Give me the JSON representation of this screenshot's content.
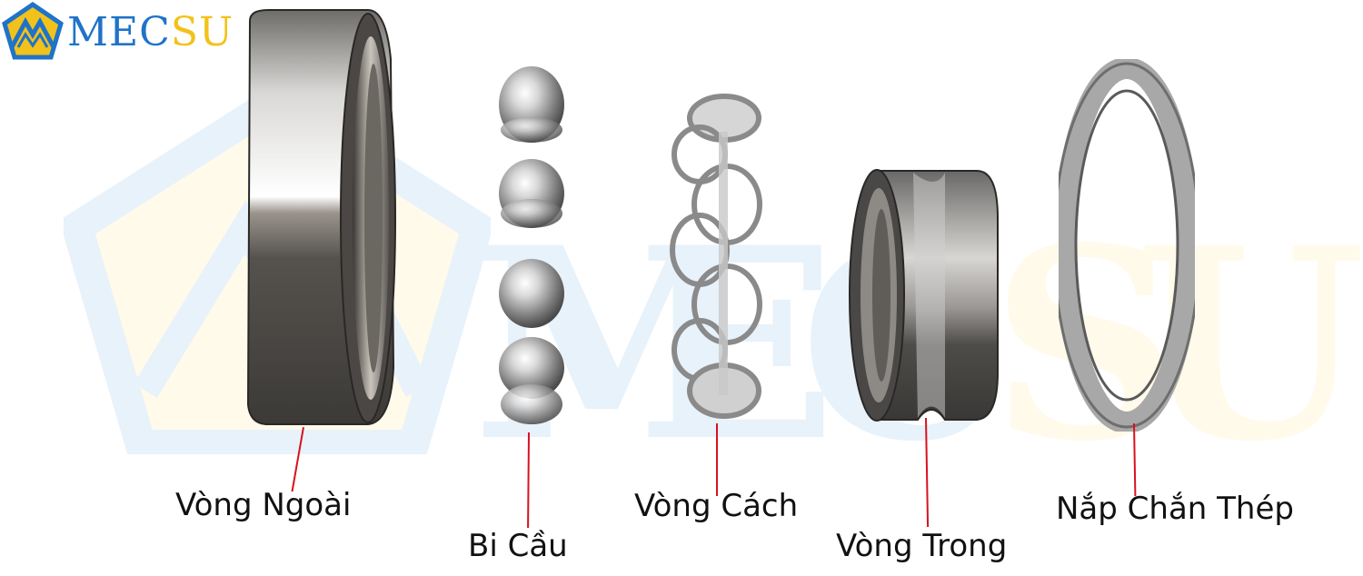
{
  "logo": {
    "text_primary": "MEC",
    "text_accent": "SU",
    "primary_color": "#1f73c8",
    "accent_color": "#f2c21b",
    "icon": "pentagon-mountain-icon"
  },
  "watermark": {
    "letters": [
      "M",
      "E",
      "C",
      "S",
      "U"
    ],
    "primary_color": "#e8f2fb",
    "accent_color": "#fffaea"
  },
  "diagram": {
    "title": "Ball bearing exploded view",
    "leader_color": "#d8121e",
    "parts": [
      {
        "id": "outer-ring",
        "label": "Vòng Ngoài"
      },
      {
        "id": "balls",
        "label": "Bi Cầu"
      },
      {
        "id": "cage",
        "label": "Vòng Cách"
      },
      {
        "id": "inner-ring",
        "label": "Vòng Trong"
      },
      {
        "id": "steel-shield",
        "label": "Nắp Chắn Thép"
      }
    ]
  }
}
